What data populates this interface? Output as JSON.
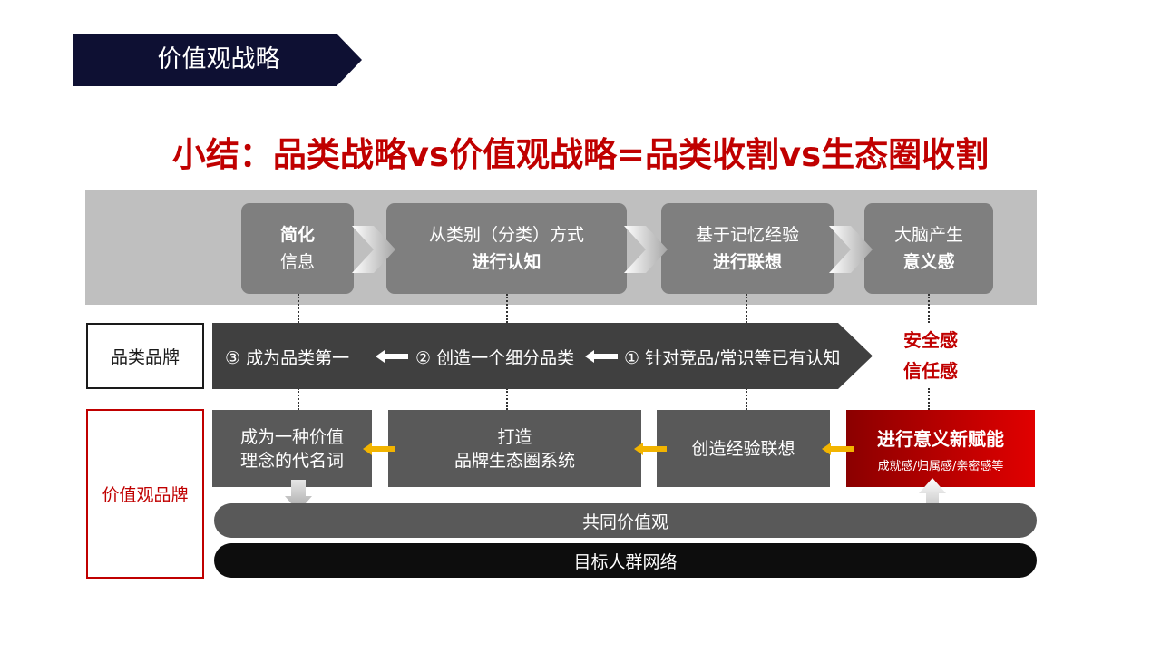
{
  "header": {
    "title": "价值观战略",
    "bg_color": "#0e1033"
  },
  "main_title": "小结：品类战略vs价值观战略=品类收割vs生态圈收割",
  "process_steps": [
    {
      "line1": "简化",
      "line2": "信息",
      "line1_bold": true
    },
    {
      "line1": "从类别（分类）方式",
      "line2": "进行认知",
      "line1_bold": false
    },
    {
      "line1": "基于记忆经验",
      "line2": "进行联想",
      "line1_bold": false
    },
    {
      "line1": "大脑产生",
      "line2": "意义感",
      "line1_bold": false
    }
  ],
  "category_brand": {
    "label": "品类品牌",
    "step3": "③ 成为品类第一",
    "step2": "② 创造一个细分品类",
    "step1": "① 针对竞品/常识等已有认知",
    "outcome": [
      "安全感",
      "信任感"
    ]
  },
  "value_brand": {
    "label": "价值观品牌",
    "box1": [
      "成为一种价值",
      "理念的代名词"
    ],
    "box2": [
      "打造",
      "品牌生态圈系统"
    ],
    "box3": "创造经验联想",
    "box4_title": "进行意义新赋能",
    "box4_sub": "成就感/归属感/亲密感等"
  },
  "shared_values": "共同价值观",
  "target_network": "目标人群网络",
  "colors": {
    "accent_red": "#c00000",
    "arrow_yellow": "#f2b400",
    "dark_gray": "#404040"
  }
}
